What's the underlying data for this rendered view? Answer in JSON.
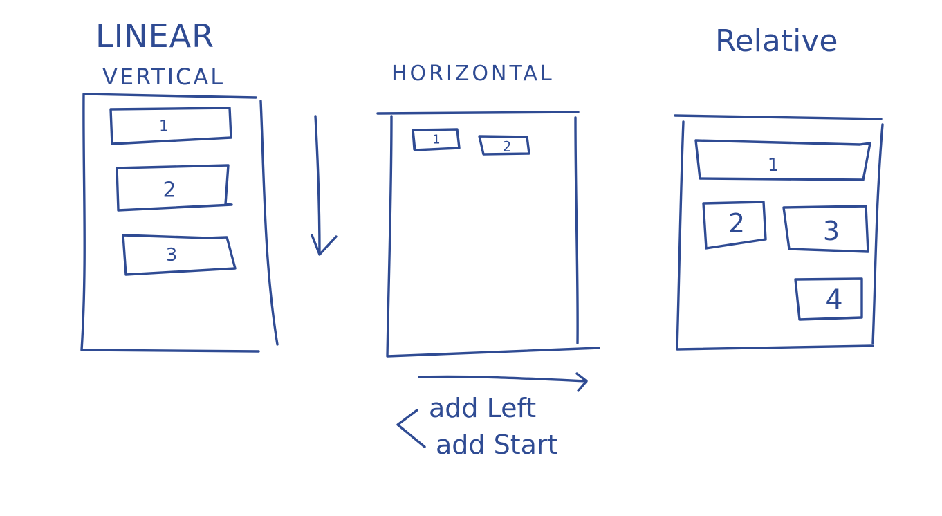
{
  "ink_color": "#2f4b93",
  "background_color": "#ffffff",
  "headings": {
    "linear": "LINEAR",
    "vertical": "VERTICAL",
    "horizontal": "HORIZONTAL",
    "relative": "Relative"
  },
  "vertical_layout": {
    "items": [
      "1",
      "2",
      "3"
    ]
  },
  "horizontal_layout": {
    "items": [
      "1",
      "2"
    ],
    "notes": [
      "add Left",
      "add Start"
    ]
  },
  "relative_layout": {
    "items": [
      "1",
      "2",
      "3",
      "4"
    ]
  }
}
